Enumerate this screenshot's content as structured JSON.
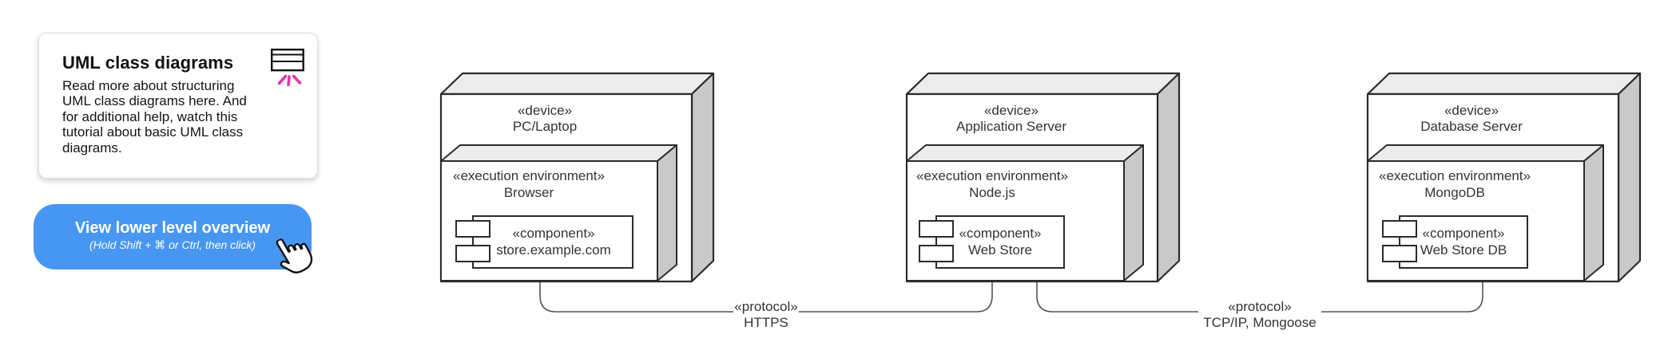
{
  "note_card": {
    "title": "UML class diagrams",
    "body_lines": [
      "Read more about structuring",
      "UML class diagrams here. And",
      "for additional help, watch this",
      "tutorial about basic UML class",
      "diagrams."
    ],
    "icon": "uml-class-shine-icon",
    "accent_color": "#e637a4"
  },
  "action_button": {
    "label": "View lower level overview",
    "sublabel": "(Hold Shift + ⌘ or Ctrl, then click)",
    "color": "#4796f2",
    "icon": "hand-cursor-icon"
  },
  "diagram": {
    "nodes": [
      {
        "device_stereotype": "«device»",
        "device_name": "PC/Laptop",
        "env_stereotype": "«execution environment»",
        "env_name": "Browser",
        "component_stereotype": "«component»",
        "component_name": "store.example.com"
      },
      {
        "device_stereotype": "«device»",
        "device_name": "Application Server",
        "env_stereotype": "«execution environment»",
        "env_name": "Node.js",
        "component_stereotype": "«component»",
        "component_name": "Web Store"
      },
      {
        "device_stereotype": "«device»",
        "device_name": "Database Server",
        "env_stereotype": "«execution environment»",
        "env_name": "MongoDB",
        "component_stereotype": "«component»",
        "component_name": "Web Store DB"
      }
    ],
    "connections": [
      {
        "stereotype": "«protocol»",
        "name": "HTTPS",
        "from": "Browser",
        "to": "Node.js"
      },
      {
        "stereotype": "«protocol»",
        "name": "TCP/IP, Mongoose",
        "from": "Node.js",
        "to": "MongoDB"
      }
    ]
  }
}
